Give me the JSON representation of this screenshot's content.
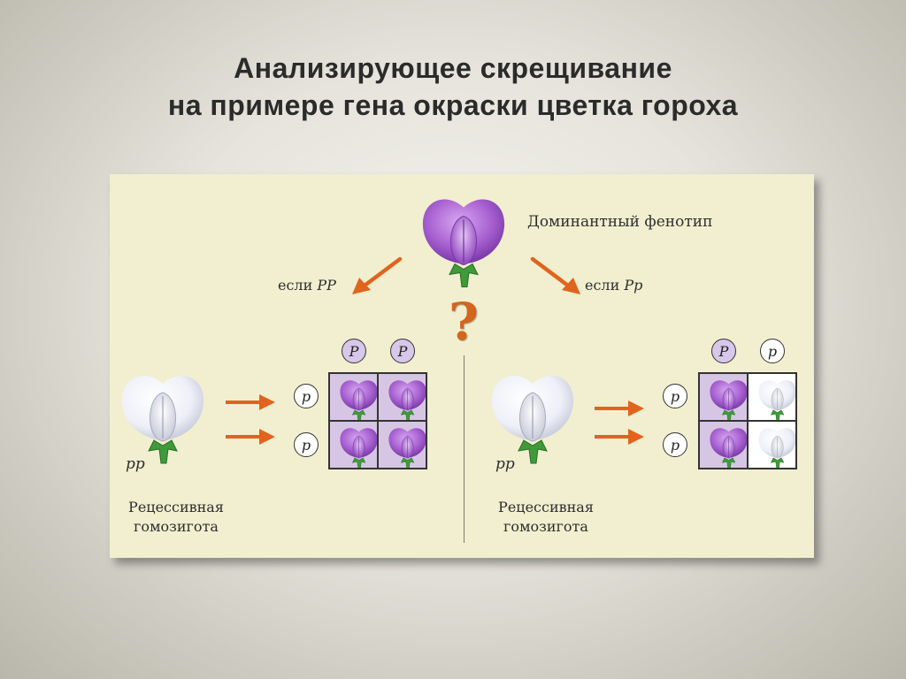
{
  "title": {
    "line1": "Анализирующее скрещивание",
    "line2": "на примере гена окраски цветка гороха"
  },
  "dominant_phenotype": "Доминантный фенотип",
  "question_mark": "?",
  "left": {
    "branch_prefix": "если",
    "branch_genotype": "PP",
    "tester_genotype": "pp",
    "caption_line1": "Рецессивная",
    "caption_line2": "гомозигота",
    "top_alleles": [
      "P",
      "P"
    ],
    "side_alleles": [
      "p",
      "p"
    ],
    "offspring": [
      [
        "purple",
        "purple"
      ],
      [
        "purple",
        "purple"
      ]
    ]
  },
  "right": {
    "branch_prefix": "если",
    "branch_genotype": "Pp",
    "tester_genotype": "pp",
    "caption_line1": "Рецессивная",
    "caption_line2": "гомозигота",
    "top_alleles": [
      "P",
      "p"
    ],
    "side_alleles": [
      "p",
      "p"
    ],
    "offspring": [
      [
        "purple",
        "white"
      ],
      [
        "purple",
        "white"
      ]
    ]
  },
  "colors": {
    "arrow": "#e0641e",
    "question": "#d2661f",
    "panel": "#f1efcf",
    "purple_cell": "#d6c6e4",
    "purple_flower": "#a85fd0",
    "white_flower": "#eef0f8",
    "stem": "#3f9a3a"
  },
  "icons": [
    "purple-pea-flower-icon",
    "white-pea-flower-icon",
    "orange-arrow-icon"
  ]
}
